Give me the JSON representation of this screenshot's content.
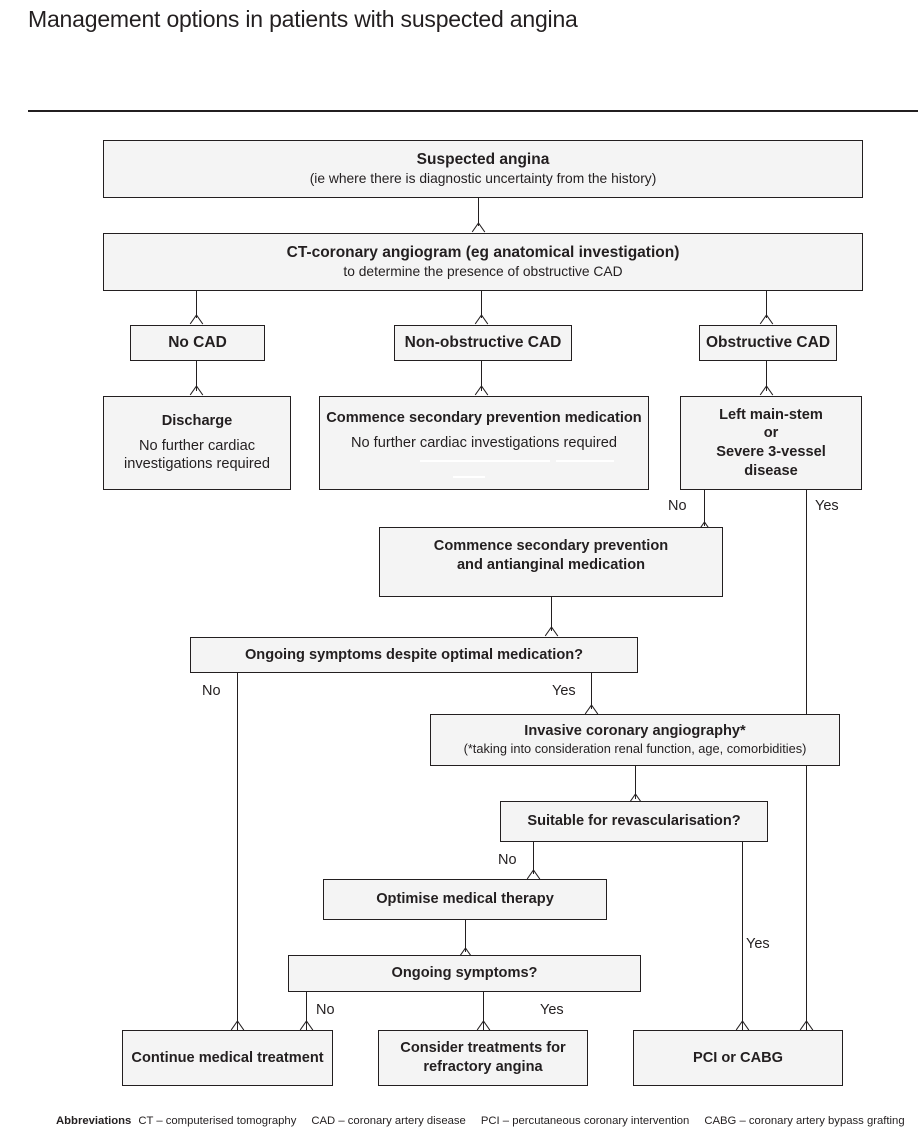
{
  "page": {
    "title": "Management options in patients with suspected angina"
  },
  "flowchart": {
    "type": "flowchart",
    "nodes": [
      {
        "id": "suspected-angina",
        "heading": "Suspected angina",
        "subtext": "(ie where there is diagnostic uncertainty from the history)"
      },
      {
        "id": "ct-coronary-angiogram",
        "heading": "CT-coronary angiogram (eg anatomical investigation)",
        "subtext": "to determine the presence of obstructive CAD"
      },
      {
        "id": "no-cad",
        "heading": "No CAD"
      },
      {
        "id": "non-obstructive-cad",
        "heading": "Non-obstructive CAD"
      },
      {
        "id": "obstructive-cad",
        "heading": "Obstructive CAD"
      },
      {
        "id": "discharge",
        "heading": "Discharge",
        "subtext_line1": "No further cardiac",
        "subtext_line2": "investigations required"
      },
      {
        "id": "commence-secondary-prevention-medication",
        "heading": "Commence secondary prevention medication",
        "subtext": "No further cardiac investigations required"
      },
      {
        "id": "left-main-stem",
        "line1": "Left main-stem",
        "line2": "or",
        "line3": "Severe 3-vessel",
        "line4": "disease"
      },
      {
        "id": "commence-secondary-prevention-antianginal",
        "line1": "Commence secondary prevention",
        "line2": "and antianginal medication"
      },
      {
        "id": "ongoing-symptoms-despite-optimal-medication",
        "heading": "Ongoing symptoms despite optimal medication?"
      },
      {
        "id": "invasive-coronary-angiography",
        "heading": "Invasive coronary angiography*",
        "subtext": "(*taking into consideration renal function, age, comorbidities)"
      },
      {
        "id": "suitable-for-revascularisation",
        "heading": "Suitable for revascularisation?"
      },
      {
        "id": "optimise-medical-therapy",
        "heading": "Optimise medical therapy"
      },
      {
        "id": "ongoing-symptoms",
        "heading": "Ongoing symptoms?"
      },
      {
        "id": "continue-medical-treatment",
        "heading": "Continue medical treatment"
      },
      {
        "id": "consider-treatments-refractory-angina",
        "line1": "Consider treatments for",
        "line2": "refractory angina"
      },
      {
        "id": "pci-or-cabg",
        "heading": "PCI or CABG"
      }
    ],
    "branch_labels": {
      "lms_no": "No",
      "lms_yes": "Yes",
      "ongoing_opt_no": "No",
      "ongoing_opt_yes": "Yes",
      "revasc_no": "No",
      "revasc_yes": "Yes",
      "ongoing_sym_no": "No",
      "ongoing_sym_yes": "Yes"
    },
    "colors": {
      "box_fill": "#f4f4f4",
      "box_border": "#231f20",
      "text": "#231f20",
      "page_background": "#ffffff"
    }
  },
  "abbreviations": {
    "lead": "Abbreviations",
    "items": [
      "CT – computerised tomography",
      "CAD – coronary artery disease",
      "PCI – percutaneous coronary intervention",
      "CABG – coronary artery bypass grafting"
    ]
  }
}
